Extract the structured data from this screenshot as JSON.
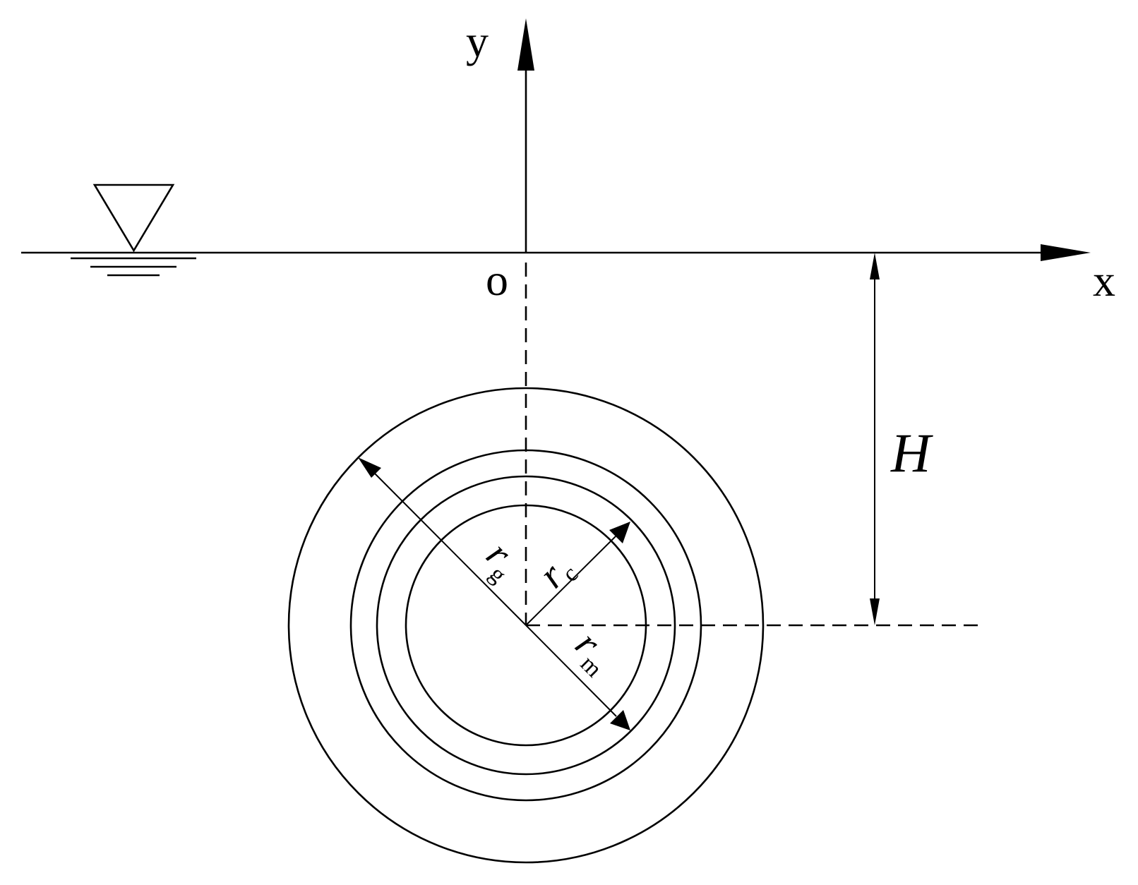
{
  "labels": {
    "y_axis": "y",
    "x_axis": "x",
    "origin": "o",
    "depth": "H",
    "r_g": {
      "main": "r",
      "sub": "g"
    },
    "r_c": {
      "main": "r",
      "sub": "c"
    },
    "r_m": {
      "main": "r",
      "sub": "m"
    }
  },
  "icons": {
    "water_level": "inverted-triangle-water-surface-icon"
  }
}
